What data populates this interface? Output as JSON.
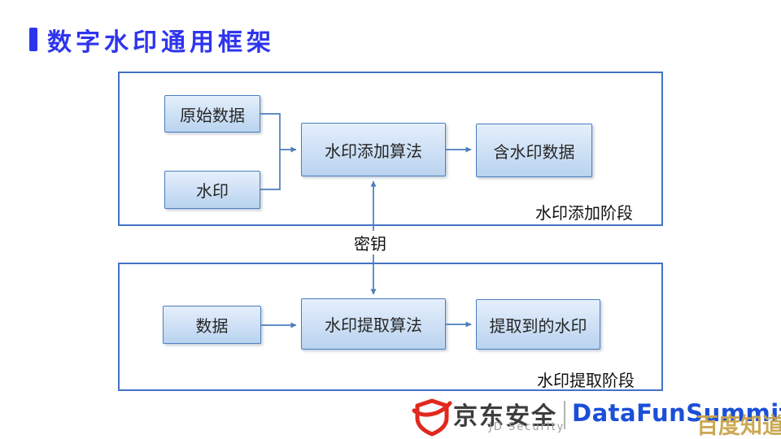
{
  "title": {
    "text": "数字水印通用框架"
  },
  "colors": {
    "accent_blue": "#2e34ee",
    "container_border": "#4472c4",
    "node_border": "#4d7ebf",
    "node_fill_top": "#e5effc",
    "node_fill_bottom": "#b9d3ef",
    "connector": "#4a7ebb",
    "jd_red": "#e0281e",
    "datafun_blue": "#1b4fd8",
    "watermark_gold": "#c9a44a",
    "text_dark": "#1f1f1f",
    "jd_gray": "#9b9b9b"
  },
  "diagram": {
    "add_stage": {
      "label": "水印添加阶段",
      "nodes": {
        "original_data": "原始数据",
        "watermark": "水印",
        "embed_algorithm": "水印添加算法",
        "watermarked_data": "含水印数据"
      }
    },
    "key_label": "密钥",
    "extract_stage": {
      "label": "水印提取阶段",
      "nodes": {
        "data": "数据",
        "extract_algorithm": "水印提取算法",
        "extracted_watermark": "提取到的水印"
      }
    }
  },
  "footer": {
    "jd_name": "京东安全",
    "jd_subtitle": "JD Security",
    "summit": "DataFunSummit",
    "overlay_watermark": "百度知道"
  }
}
